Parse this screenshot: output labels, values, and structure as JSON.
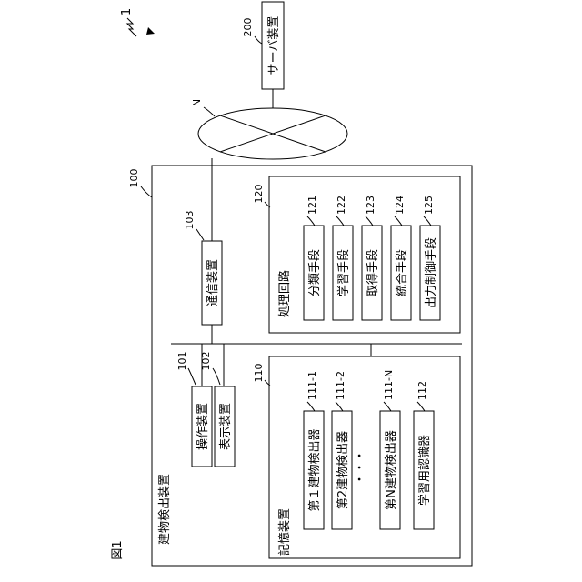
{
  "figure_label": "図1",
  "system_ref": "1",
  "network": {
    "ref": "N"
  },
  "server": {
    "ref": "200",
    "label": "サーバ装置"
  },
  "apparatus": {
    "ref": "100",
    "label": "建物検出装置"
  },
  "comm": {
    "ref": "103",
    "label": "通信装置"
  },
  "operation": {
    "ref": "101",
    "label": "操作装置"
  },
  "display": {
    "ref": "102",
    "label": "表示装置"
  },
  "processing": {
    "ref": "120",
    "label": "処理回路",
    "units": [
      {
        "ref": "121",
        "label": "分類手段"
      },
      {
        "ref": "122",
        "label": "学習手段"
      },
      {
        "ref": "123",
        "label": "取得手段"
      },
      {
        "ref": "124",
        "label": "統合手段"
      },
      {
        "ref": "125",
        "label": "出力制御手段"
      }
    ]
  },
  "storage": {
    "ref": "110",
    "label": "記憶装置",
    "units": [
      {
        "ref": "111-1",
        "label": "第１建物検出器"
      },
      {
        "ref": "111-2",
        "label": "第2建物検出器"
      },
      {
        "ref": "111-N",
        "label": "第N建物検出器"
      },
      {
        "ref": "112",
        "label": "学習用認識器"
      }
    ],
    "ellipsis": "・・・"
  },
  "colors": {
    "line": "#000000",
    "background": "#ffffff"
  }
}
